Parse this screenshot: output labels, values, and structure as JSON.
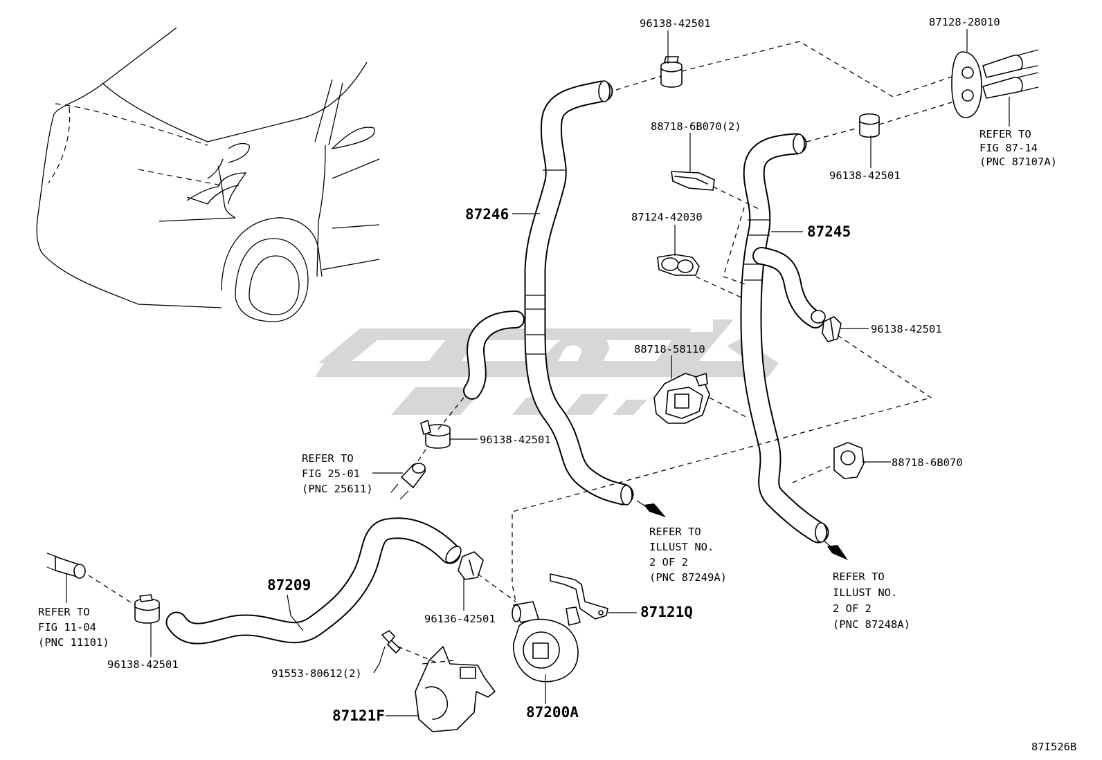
{
  "labels": {
    "clip_top": "96138-42501",
    "grommet": "87128-28010",
    "refer_87_14": [
      "REFER TO",
      "FIG 87-14",
      "(PNC 87107A)"
    ],
    "clamp_top_right": "88718-6B070(2)",
    "clip_right_upper": "96138-42501",
    "hose_87246": "87246",
    "hose_87245": "87245",
    "clamp_87124": "87124-42030",
    "clip_right_mid": "96138-42501",
    "valve_88718": "88718-58110",
    "clip_center": "96138-42501",
    "refer_25_01": [
      "REFER TO",
      "FIG 25-01",
      "(PNC 25611)"
    ],
    "clamp_right_lower": "88718-6B070",
    "refer_87249": [
      "REFER TO",
      "ILLUST NO.",
      "2 OF 2",
      "(PNC 87249A)"
    ],
    "refer_87248": [
      "REFER TO",
      "ILLUST NO.",
      "2 OF 2",
      "(PNC 87248A)"
    ],
    "hose_87209": "87209",
    "refer_11_04": [
      "REFER TO",
      "FIG 11-04",
      "(PNC 11101)"
    ],
    "clip_left_bottom": "96138-42501",
    "clip_96136": "96136-42501",
    "bracket_87121Q": "87121Q",
    "bolt_91553": "91553-80612(2)",
    "bracket_87121F": "87121F",
    "pump_87200A": "87200A",
    "illustration_id": "87I526B"
  }
}
